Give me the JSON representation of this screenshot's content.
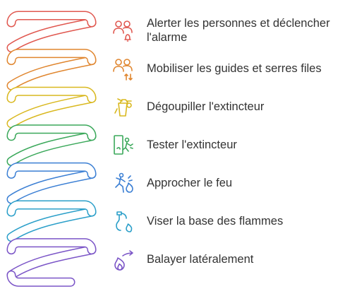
{
  "steps": [
    {
      "label": "Alerter les personnes et déclencher l'alarme",
      "icon": "people-alarm-bell-icon",
      "color": "#e0574f"
    },
    {
      "label": "Mobiliser les guides et serres files",
      "icon": "people-arrows-icon",
      "color": "#e0862f"
    },
    {
      "label": "Dégoupiller l'extincteur",
      "icon": "fire-extinguisher-pin-icon",
      "color": "#d9b81f"
    },
    {
      "label": "Tester l'extincteur",
      "icon": "person-spraying-extinguisher-icon",
      "color": "#3aa85a"
    },
    {
      "label": "Approcher le feu",
      "icon": "person-running-to-fire-icon",
      "color": "#3b7fd4"
    },
    {
      "label": "Viser la base des flammes",
      "icon": "extinguisher-nozzle-flame-icon",
      "color": "#2b9fc9"
    },
    {
      "label": "Balayer latéralement",
      "icon": "sweeping-flame-icon",
      "color": "#7b55c7"
    }
  ],
  "spiral_colors": [
    "#e0574f",
    "#e0862f",
    "#d9b81f",
    "#3aa85a",
    "#3b7fd4",
    "#2b9fc9",
    "#7b55c7"
  ]
}
